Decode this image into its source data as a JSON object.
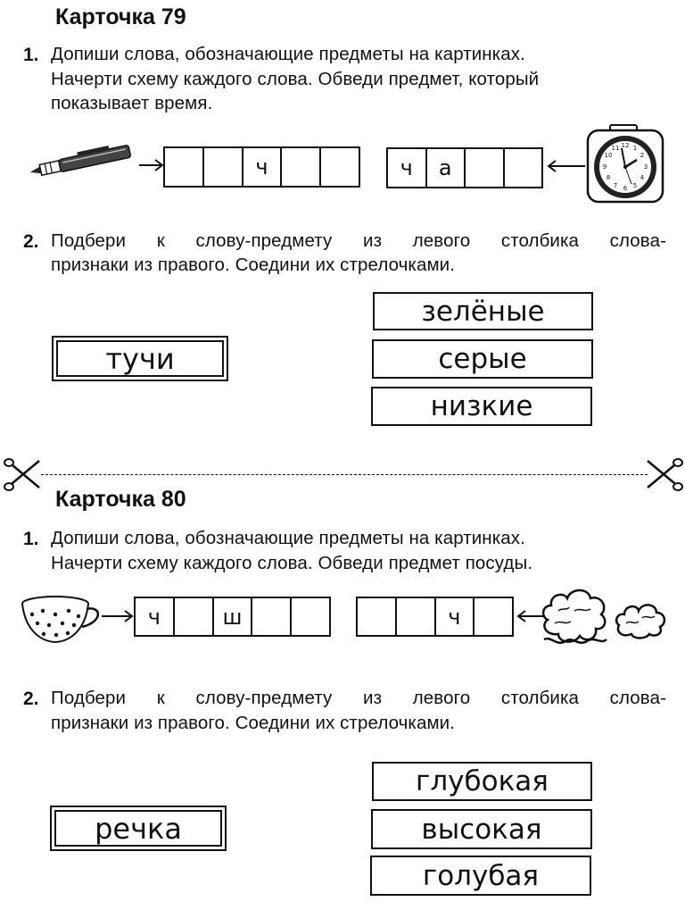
{
  "card79": {
    "title": "Карточка 79",
    "task1": {
      "num": "1.",
      "line1": "Допиши слова, обозначающие предметы на картинках.",
      "line2": "Начерти схему каждого слова. Обведи предмет, который",
      "line3": "показывает время.",
      "word_left": [
        "",
        "",
        "ч",
        "",
        ""
      ],
      "word_right": [
        "ч",
        "а",
        "",
        ""
      ],
      "icons": [
        "pen-icon",
        "alarm-clock-icon"
      ]
    },
    "task2": {
      "num": "2.",
      "line1": "Подбери к слову-предмету из левого столбика слова-",
      "line2": "признаки из правого. Соедини их стрелочками.",
      "noun": "тучи",
      "adjectives": [
        "зелёные",
        "серые",
        "низкие"
      ]
    }
  },
  "cut_line": {
    "icons": [
      "scissors-icon",
      "scissors-icon"
    ]
  },
  "card80": {
    "title": "Карточка 80",
    "task1": {
      "num": "1.",
      "line1": "Допиши слова, обозначающие предметы на картинках.",
      "line2": "Начерти схему каждого слова. Обведи предмет посуды.",
      "word_left": [
        "ч",
        "",
        "ш",
        "",
        ""
      ],
      "word_right": [
        "",
        "",
        "ч",
        ""
      ],
      "icons": [
        "teacup-icon",
        "cloud-icon"
      ]
    },
    "task2": {
      "num": "2.",
      "line1": "Подбери к слову-предмету из левого столбика слова-",
      "line2": "признаки из правого. Соедини их стрелочками.",
      "noun": "речка",
      "adjectives": [
        "глубокая",
        "высокая",
        "голубая"
      ]
    }
  }
}
